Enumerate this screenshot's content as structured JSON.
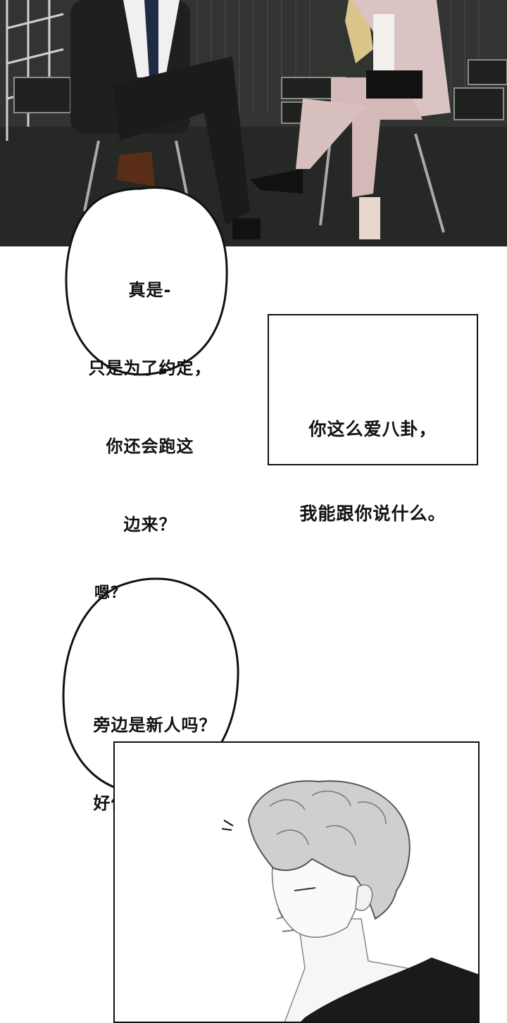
{
  "bubble_1": {
    "lines": [
      "真是-",
      "只是为了约定，",
      "你还会跑这",
      "边来？"
    ]
  },
  "box_1": {
    "lines": [
      "你这么爱八卦，",
      "我能跟你说什么。"
    ]
  },
  "outside_text": "嗯？",
  "bubble_2": {
    "lines": [
      "旁边是新人吗？",
      "好像第一次见。"
    ]
  }
}
